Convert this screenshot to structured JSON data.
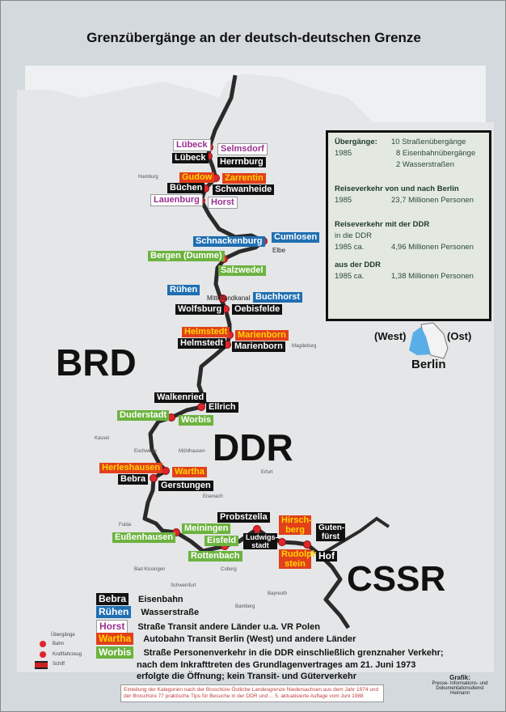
{
  "title": "Grenzübergänge an der deutsch-deutschen Grenze",
  "regions": {
    "brd": "BRD",
    "ddr": "DDR",
    "cssr": "CSSR"
  },
  "berlin": {
    "west": "(West)",
    "ost": "(Ost)",
    "name": "Berlin",
    "west_color": "#5aaee8"
  },
  "crossings": [
    {
      "name": "Lübeck",
      "type": "transit"
    },
    {
      "name": "Selmsdorf",
      "type": "transit"
    },
    {
      "name": "Lübeck",
      "type": "rail"
    },
    {
      "name": "Herrnburg",
      "type": "rail"
    },
    {
      "name": "Gudow",
      "type": "auto"
    },
    {
      "name": "Zarrentin",
      "type": "auto"
    },
    {
      "name": "Büchen",
      "type": "rail"
    },
    {
      "name": "Schwanheide",
      "type": "rail"
    },
    {
      "name": "Lauenburg",
      "type": "transit"
    },
    {
      "name": "Horst",
      "type": "transit"
    },
    {
      "name": "Schnackenburg",
      "type": "water"
    },
    {
      "name": "Cumlosen",
      "type": "water"
    },
    {
      "name": "Bergen (Dumme)",
      "type": "pers"
    },
    {
      "name": "Salzwedel",
      "type": "pers"
    },
    {
      "name": "Rühen",
      "type": "water"
    },
    {
      "name": "Buchhorst",
      "type": "water"
    },
    {
      "name": "Wolfsburg",
      "type": "rail"
    },
    {
      "name": "Oebisfelde",
      "type": "rail"
    },
    {
      "name": "Helmstedt",
      "type": "auto"
    },
    {
      "name": "Marienborn",
      "type": "auto"
    },
    {
      "name": "Helmstedt",
      "type": "rail"
    },
    {
      "name": "Marienborn",
      "type": "rail"
    },
    {
      "name": "Walkenried",
      "type": "rail"
    },
    {
      "name": "Ellrich",
      "type": "rail"
    },
    {
      "name": "Duderstadt",
      "type": "pers"
    },
    {
      "name": "Worbis",
      "type": "pers"
    },
    {
      "name": "Herleshausen",
      "type": "auto"
    },
    {
      "name": "Wartha",
      "type": "auto"
    },
    {
      "name": "Bebra",
      "type": "rail"
    },
    {
      "name": "Gerstungen",
      "type": "rail"
    },
    {
      "name": "Meiningen",
      "type": "pers"
    },
    {
      "name": "Eußenhausen",
      "type": "pers"
    },
    {
      "name": "Eisfeld",
      "type": "pers"
    },
    {
      "name": "Rottenbach",
      "type": "pers"
    },
    {
      "name": "Probstzella",
      "type": "rail"
    },
    {
      "name": "Ludwigs-stadt",
      "type": "rail"
    },
    {
      "name": "Hirsch-berg",
      "type": "auto"
    },
    {
      "name": "Rudolph-stein",
      "type": "auto"
    },
    {
      "name": "Guten-fürst",
      "type": "rail"
    },
    {
      "name": "Hof",
      "type": "rail"
    }
  ],
  "features": {
    "canal": "Mittellandkanal",
    "river": "Elbe"
  },
  "towns": [
    "Hamburg",
    "Kassel",
    "Fulda",
    "Eisenach",
    "Erfurt",
    "Bamberg",
    "Bayreuth",
    "Magdeburg",
    "Eschwege",
    "Mühlhausen",
    "Bad Kissingen",
    "Coburg",
    "Schweinfurt"
  ],
  "infobox": {
    "uebergaenge_label": "Übergänge:",
    "year": "1985",
    "items": [
      "10 Straßenübergänge",
      "8 Eisenbahnübergänge",
      "2 Wasserstraßen"
    ],
    "berlin_heading": "Reiseverkehr von und nach Berlin",
    "berlin_year": "1985",
    "berlin_value": "23,7 Millionen Personen",
    "ddr_heading": "Reiseverkehr mit der DDR",
    "in_label": "in die DDR",
    "in_year": "1985 ca.",
    "in_value": "4,96 Millionen Personen",
    "aus_label": "aus der DDR",
    "aus_year": "1985 ca.",
    "aus_value": "1,38 Millionen Personen"
  },
  "legend": {
    "rows": [
      {
        "sample": "Bebra",
        "type": "rail",
        "text": "Eisenbahn"
      },
      {
        "sample": "Rühen",
        "type": "water",
        "text": "Wasserstraße"
      },
      {
        "sample": "Horst",
        "type": "transit",
        "text": "Straße Transit andere Länder u.a. VR Polen"
      },
      {
        "sample": "Wartha",
        "type": "auto",
        "text": "Autobahn Transit Berlin (West) und andere Länder"
      },
      {
        "sample": "Worbis",
        "type": "pers",
        "text": "Straße Personenverkehr in die DDR einschließlich grenznaher Verkehr;"
      }
    ],
    "pers_line2": "nach dem Inkrafttreten des Grundlagenvertrages am 21. Juni 1973",
    "pers_line3": "erfolgte die Öffnung; kein Transit- und Güterverkehr",
    "symbols_title": "Übergänge",
    "sym_rail": "Bahn",
    "sym_road": "Kraftfahrzeug",
    "sym_ship": "Schiff"
  },
  "note": "Einteilung der Kategorien nach der Broschüre Östliche Landesgrenze Niedersachsen aus dem Jahr 1974 und der Broschüre 77 praktische Tips für Besuche in der DDR und ... 5. aktualisierte Auflage vom Juni 1988",
  "credit": {
    "title": "Grafik:",
    "text": "Presse- Informations- und Dokumentationsdienst Heimann"
  }
}
